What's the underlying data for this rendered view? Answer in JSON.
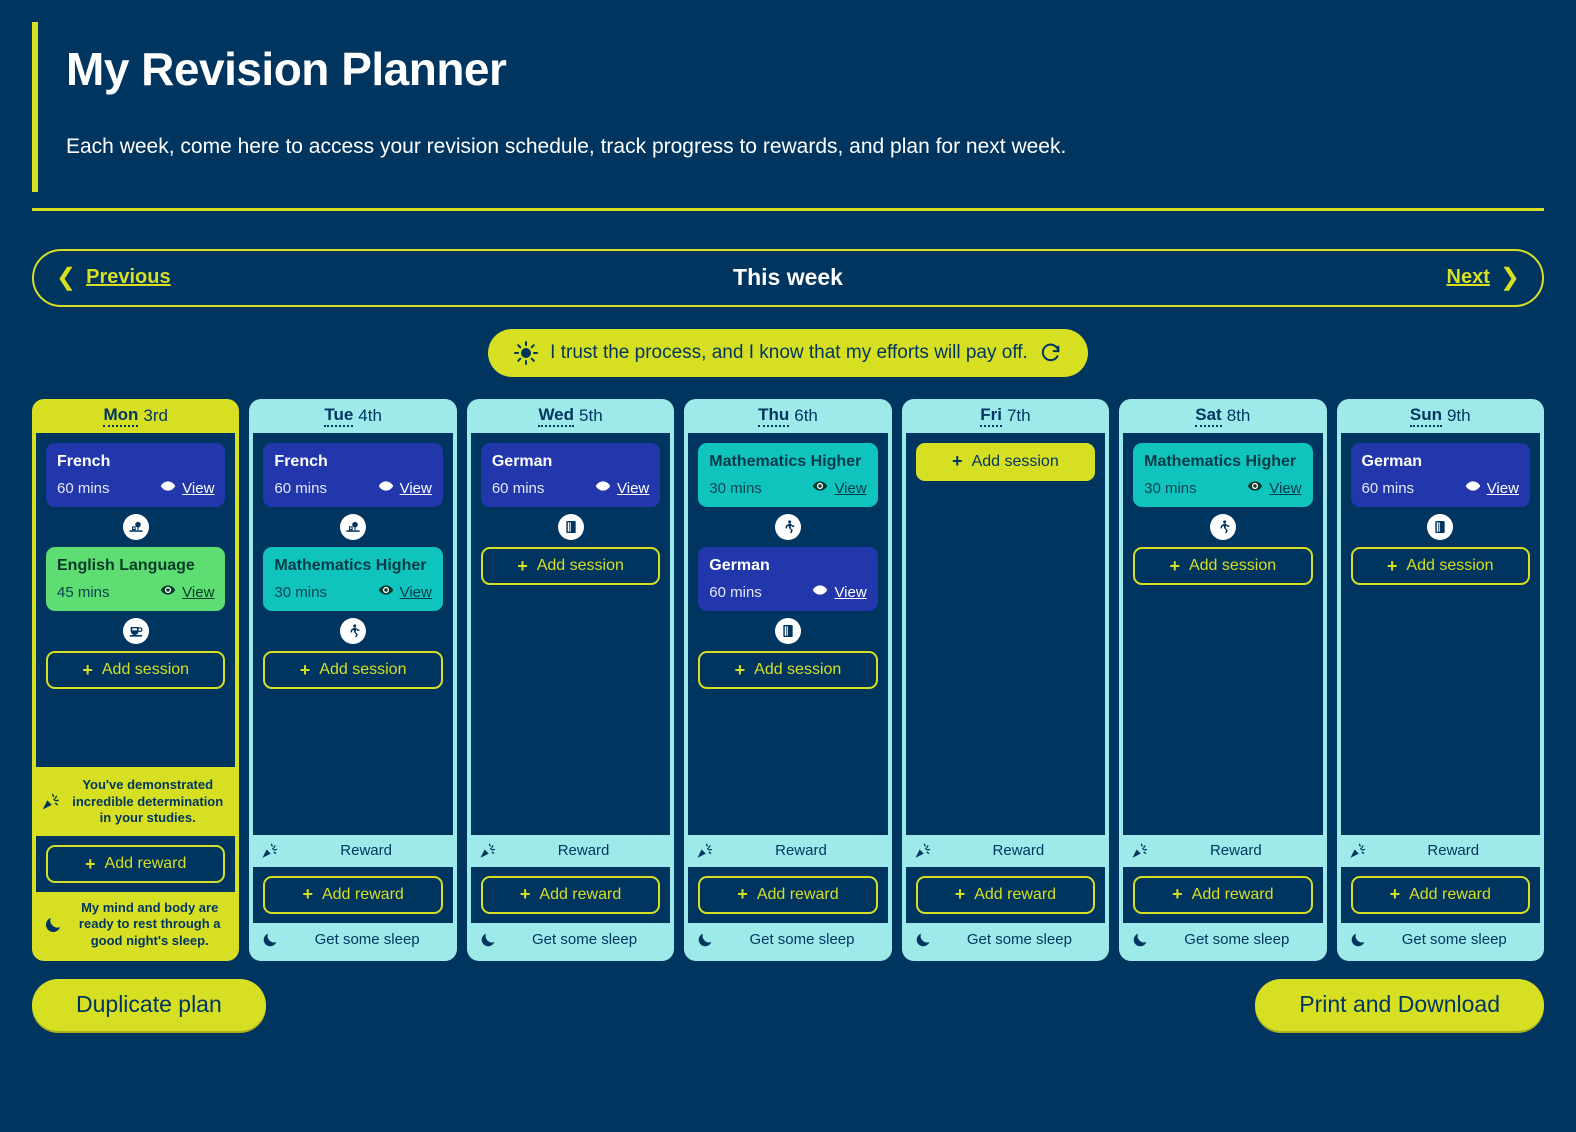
{
  "header": {
    "title": "My Revision Planner",
    "subtitle": "Each week, come here to access your revision schedule, track progress to rewards, and plan for next week."
  },
  "weeknav": {
    "previous_label": "Previous",
    "week_label": "This week",
    "next_label": "Next",
    "prev_icon": "chevron-left-icon",
    "next_icon": "chevron-right-icon"
  },
  "affirmation": {
    "text": "I trust the process, and I know that my efforts will pay off.",
    "left_icon": "sun-icon",
    "refresh_icon": "refresh-icon"
  },
  "labels": {
    "add_session": "Add session",
    "add_reward": "Add reward",
    "reward": "Reward",
    "sleep": "Get some sleep",
    "view": "View",
    "plus": "+",
    "view_icon": "eye-icon",
    "reward_icon": "party-popper-icon",
    "sleep_icon": "moon-icon"
  },
  "colors": {
    "page_bg": "#00355f",
    "accent_yellow": "#d7df23",
    "cyan": "#9eeaea",
    "session_blue": "#2237ab",
    "session_green": "#5ede72",
    "session_teal": "#0ec4bd",
    "white": "#ffffff"
  },
  "days": [
    {
      "dow": "Mon",
      "dnum": "3rd",
      "is_today": true,
      "sessions": [
        {
          "subject": "French",
          "duration": "60 mins",
          "color": "blue",
          "break_after": "tree-icon"
        },
        {
          "subject": "English Language",
          "duration": "45 mins",
          "color": "green",
          "break_after": "coffee-icon"
        }
      ],
      "add_session_style": "outline",
      "praise": "You've demonstrated incredible determination in your studies.",
      "sleep_text": "My mind and body are ready to rest through a good night's sleep."
    },
    {
      "dow": "Tue",
      "dnum": "4th",
      "is_today": false,
      "sessions": [
        {
          "subject": "French",
          "duration": "60 mins",
          "color": "blue",
          "break_after": "tree-icon"
        },
        {
          "subject": "Mathematics Higher",
          "duration": "30 mins",
          "color": "teal",
          "break_after": "running-icon"
        }
      ],
      "add_session_style": "outline",
      "reward_label": "Reward",
      "sleep_text": "Get some sleep"
    },
    {
      "dow": "Wed",
      "dnum": "5th",
      "is_today": false,
      "sessions": [
        {
          "subject": "German",
          "duration": "60 mins",
          "color": "blue",
          "break_after": "book-icon"
        }
      ],
      "add_session_style": "outline",
      "reward_label": "Reward",
      "sleep_text": "Get some sleep"
    },
    {
      "dow": "Thu",
      "dnum": "6th",
      "is_today": false,
      "sessions": [
        {
          "subject": "Mathematics Higher",
          "duration": "30 mins",
          "color": "teal",
          "break_after": "running-icon"
        },
        {
          "subject": "German",
          "duration": "60 mins",
          "color": "blue",
          "break_after": "book-icon"
        }
      ],
      "add_session_style": "outline",
      "reward_label": "Reward",
      "sleep_text": "Get some sleep"
    },
    {
      "dow": "Fri",
      "dnum": "7th",
      "is_today": false,
      "sessions": [],
      "add_session_style": "filled",
      "reward_label": "Reward",
      "sleep_text": "Get some sleep"
    },
    {
      "dow": "Sat",
      "dnum": "8th",
      "is_today": false,
      "sessions": [
        {
          "subject": "Mathematics Higher",
          "duration": "30 mins",
          "color": "teal",
          "break_after": "running-icon"
        }
      ],
      "add_session_style": "outline",
      "reward_label": "Reward",
      "sleep_text": "Get some sleep"
    },
    {
      "dow": "Sun",
      "dnum": "9th",
      "is_today": false,
      "sessions": [
        {
          "subject": "German",
          "duration": "60 mins",
          "color": "blue",
          "break_after": "book-icon"
        }
      ],
      "add_session_style": "outline",
      "reward_label": "Reward",
      "sleep_text": "Get some sleep"
    }
  ],
  "footer": {
    "duplicate_label": "Duplicate plan",
    "print_label": "Print and Download"
  }
}
